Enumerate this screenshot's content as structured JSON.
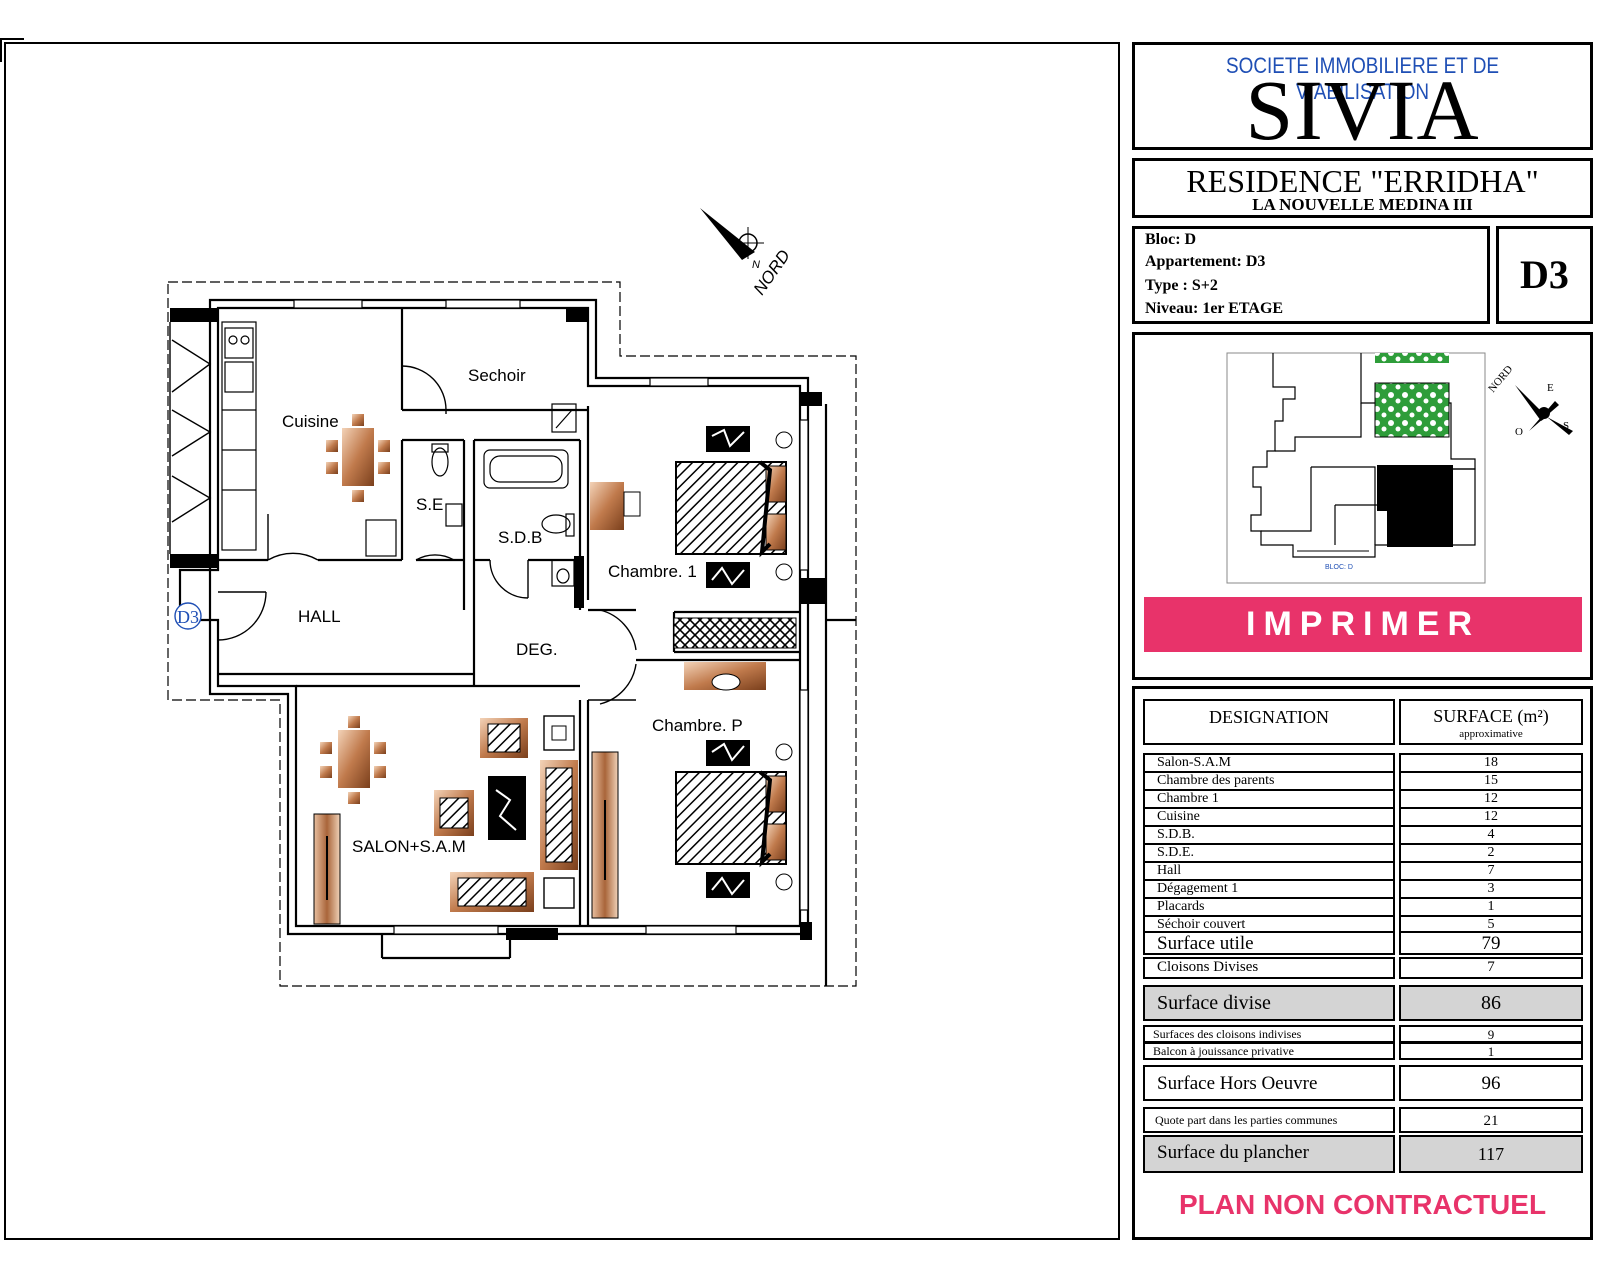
{
  "company": {
    "subtitle": "SOCIETE IMMOBILIERE ET DE VIABILISATION",
    "name": "SIVIA"
  },
  "residence": {
    "name": "RESIDENCE \"ERRIDHA\"",
    "subtitle": "LA NOUVELLE MEDINA III"
  },
  "info": {
    "bloc": "Bloc: D",
    "appartement": "Appartement: D3",
    "type": "Type : S+2",
    "niveau": "Niveau: 1er ETAGE"
  },
  "apartment_code": "D3",
  "keyplan": {
    "label": "BLOC: D",
    "compass": {
      "north": "NORD",
      "east": "E",
      "south": "S",
      "west": "O"
    }
  },
  "print_button": "IMPRIMER",
  "table": {
    "header_designation": "DESIGNATION",
    "header_surface": "SURFACE (m²)",
    "header_surface_note": "approximative",
    "rows": [
      {
        "label": "Salon-S.A.M",
        "value": "18"
      },
      {
        "label": "Chambre des parents",
        "value": "15"
      },
      {
        "label": "Chambre 1",
        "value": "12"
      },
      {
        "label": "Cuisine",
        "value": "12"
      },
      {
        "label": "S.D.B.",
        "value": "4"
      },
      {
        "label": "S.D.E.",
        "value": "2"
      },
      {
        "label": "Hall",
        "value": "7"
      },
      {
        "label": "Dégagement 1",
        "value": "3"
      },
      {
        "label": "Placards",
        "value": "1"
      },
      {
        "label": "Séchoir couvert",
        "value": "5"
      }
    ],
    "surface_utile": {
      "label": "Surface utile",
      "value": "79"
    },
    "cloisons_divises": {
      "label": "Cloisons Divises",
      "value": "7"
    },
    "surface_divise": {
      "label": "Surface divise",
      "value": "86"
    },
    "cloisons_indivises": {
      "label": "Surfaces des cloisons indivises",
      "value": "9"
    },
    "balcon": {
      "label": "Balcon à jouissance privative",
      "value": "1"
    },
    "hors_oeuvre": {
      "label": "Surface Hors Oeuvre",
      "value": "96"
    },
    "quote_part": {
      "label": "Quote part dans les parties communes",
      "value": "21"
    },
    "plancher": {
      "label": "Surface du plancher",
      "value": "117"
    }
  },
  "plan_note": "PLAN NON CONTRACTUEL",
  "floorplan": {
    "north_label": "NORD",
    "north_letter": "N",
    "door_tag": "D3",
    "rooms": {
      "cuisine": "Cuisine",
      "sechoir": "Sechoir",
      "se": "S.E",
      "sdb": "S.D.B",
      "chambre1": "Chambre. 1",
      "hall": "HALL",
      "deg": "DEG.",
      "chambrep": "Chambre. P",
      "salon": "SALON+S.A.M"
    }
  }
}
